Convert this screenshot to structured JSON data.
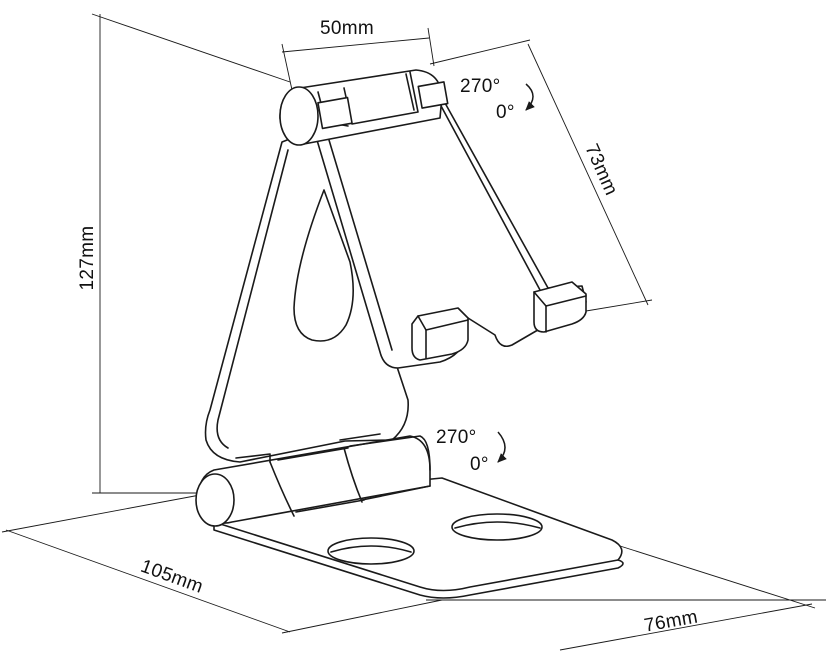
{
  "diagram": {
    "dimensions": {
      "top_width": "50mm",
      "height": "127mm",
      "plate_height": "73mm",
      "base_length": "105mm",
      "base_width": "76mm"
    },
    "rotation_top": {
      "max": "270°",
      "min": "0°"
    },
    "rotation_bottom": {
      "max": "270°",
      "min": "0°"
    },
    "colors": {
      "line": "#1a1a1a",
      "background": "#ffffff"
    },
    "icons": [
      "rotation-arrow-icon",
      "rotation-arrow-icon"
    ]
  }
}
